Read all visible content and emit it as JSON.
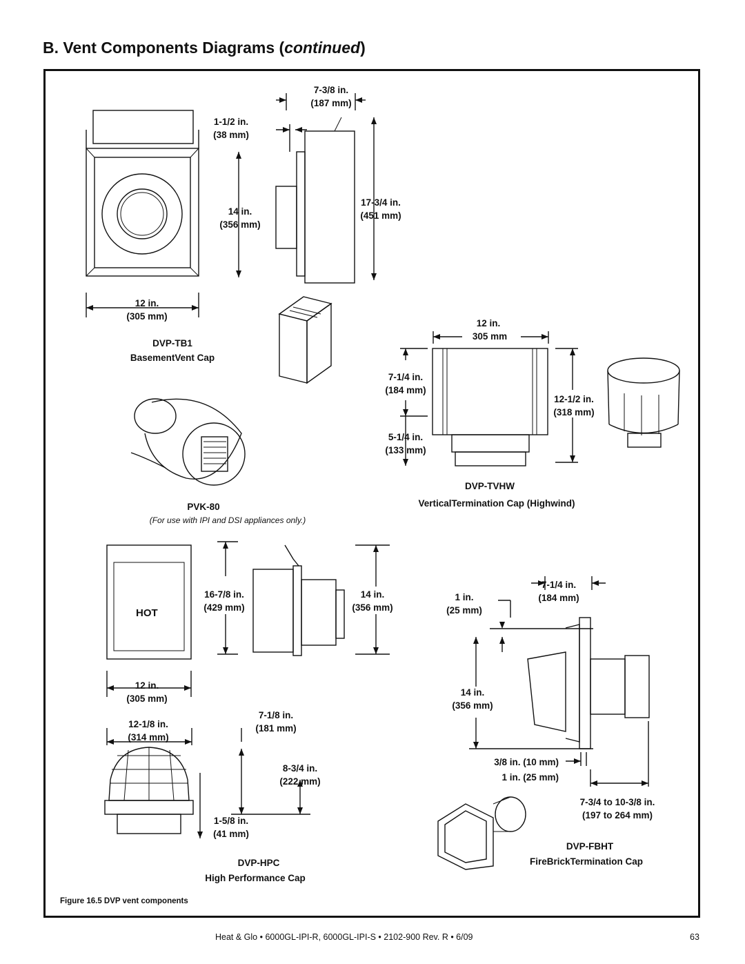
{
  "heading": {
    "prefix": "B. Vent Components Diagrams (",
    "italic": "continued",
    "suffix": ")"
  },
  "dvp_tb1": {
    "dims": {
      "top_w_in": "7-3/8 in.",
      "top_w_mm": "(187 mm)",
      "depth_in": "1-1/2 in.",
      "depth_mm": "(38 mm)",
      "h14_in": "14 in.",
      "h14_mm": "(356 mm)",
      "h17_in": "17-3/4 in.",
      "h17_mm": "(451 mm)",
      "w12_in": "12 in.",
      "w12_mm": "(305 mm)"
    },
    "model": "DVP-TB1",
    "name": "BasementVent Cap"
  },
  "pvk80": {
    "model": "PVK-80",
    "note": "(For use with IPI and DSI appliances only.)"
  },
  "dvp_tvhw": {
    "dims": {
      "w_in": "12 in.",
      "w_mm": "305 mm",
      "h1_in": "7-1/4 in.",
      "h1_mm": "(184 mm)",
      "h2_in": "12-1/2 in.",
      "h2_mm": "(318 mm)",
      "h3_in": "5-1/4 in.",
      "h3_mm": "(133 mm)"
    },
    "model": "DVP-TVHW",
    "name": "VerticalTermination Cap (Highwind)"
  },
  "dvp_hpc": {
    "hot_label": "HOT",
    "dims": {
      "h_in": "16-7/8 in.",
      "h_mm": "(429 mm)",
      "d_in": "14 in.",
      "d_mm": "(356 mm)",
      "w_in": "12 in.",
      "w_mm": "(305 mm)",
      "w2_in": "12-1/8 in.",
      "w2_mm": "(314 mm)",
      "w3_in": "7-1/8 in.",
      "w3_mm": "(181 mm)",
      "h2_in": "8-3/4 in.",
      "h2_mm": "(222 mm)",
      "h3_in": "1-5/8 in.",
      "h3_mm": "(41 mm)"
    },
    "model": "DVP-HPC",
    "name": "High Performance Cap"
  },
  "dvp_fbht": {
    "dims": {
      "a_in": "7-1/4 in.",
      "a_mm": "(184 mm)",
      "b_in": "1 in.",
      "b_mm": "(25 mm)",
      "h_in": "14 in.",
      "h_mm": "(356 mm)",
      "c": "3/8 in. (10 mm)",
      "d": "1 in. (25 mm)",
      "e_in": "7-3/4 to 10-3/8 in.",
      "e_mm": "(197 to 264 mm)"
    },
    "model": "DVP-FBHT",
    "name": "FireBrickTermination Cap"
  },
  "figure_caption": "Figure 16.5  DVP vent components",
  "footer": "Heat & Glo  •  6000GL-IPI-R, 6000GL-IPI-S  •  2102-900  Rev. R  •  6/09",
  "page_number": "63"
}
